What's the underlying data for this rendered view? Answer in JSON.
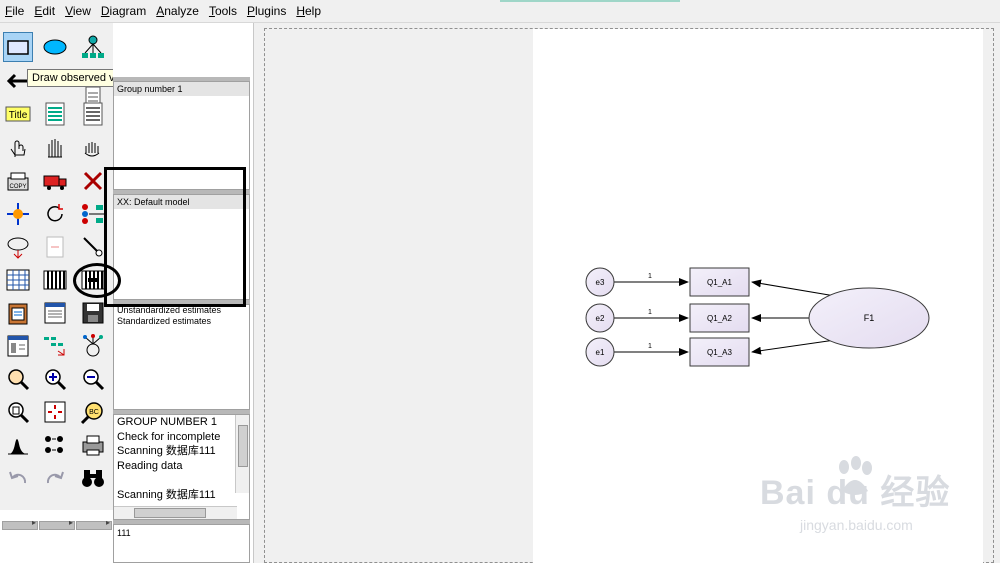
{
  "menu": {
    "file": {
      "underline": "F",
      "rest": "ile"
    },
    "edit": {
      "underline": "E",
      "rest": "dit"
    },
    "view": {
      "underline": "V",
      "rest": "iew"
    },
    "diagram": {
      "underline": "D",
      "rest": "iagram"
    },
    "analyze": {
      "underline": "A",
      "rest": "nalyze"
    },
    "tools": {
      "underline": "T",
      "rest": "ools"
    },
    "plugins": {
      "underline": "P",
      "rest": "lugins"
    },
    "help": {
      "underline": "H",
      "rest": "elp"
    }
  },
  "toolbox": {
    "tooltip": "Draw observed variables",
    "title_tool": "Title"
  },
  "panels": {
    "groups_title": "Group number 1",
    "models_title": "XX: Default model",
    "estimates": [
      "Unstandardized estimates",
      "Standardized estimates"
    ],
    "log_lines": [
      "GROUP NUMBER 1",
      "Check for incomplete",
      "Scanning 数据库111",
      "Reading data",
      "",
      "Scanning 数据库111"
    ],
    "file_name": "111"
  },
  "diagram": {
    "errors": [
      "e3",
      "e2",
      "e1"
    ],
    "observed": [
      "Q1_A1",
      "Q1_A2",
      "Q1_A3"
    ],
    "latent": "F1",
    "path_labels": [
      "1",
      "1",
      "1"
    ]
  },
  "watermark": {
    "main": "Bai du 经验",
    "url": "jingyan.baidu.com"
  },
  "colors": {
    "selected_tool": "#a8d4f6",
    "node_fill": "#ece8f4",
    "node_stroke": "#3a3a3a",
    "annotation": "#000000"
  }
}
